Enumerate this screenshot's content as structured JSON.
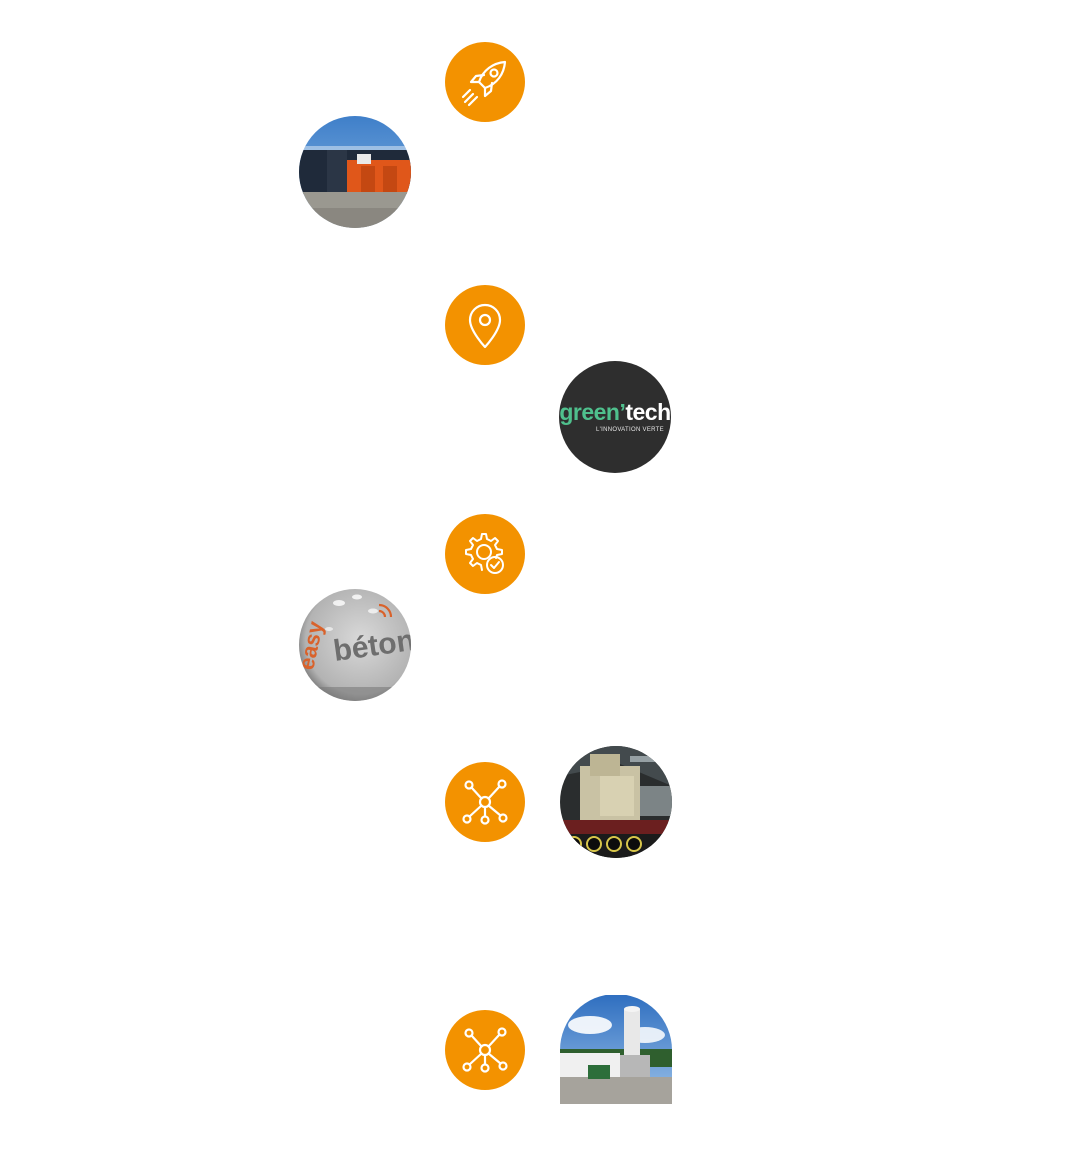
{
  "theme": {
    "accent": "#f39200",
    "icon_stroke": "#ffffff",
    "greentech_bg": "#2e2e2e",
    "greentech_green": "#4fc08d"
  },
  "timeline": {
    "items": [
      {
        "icon": "rocket-icon",
        "photo": "orange-building-photo"
      },
      {
        "icon": "map-pin-icon",
        "photo": "greentech-logo"
      },
      {
        "icon": "gear-check-icon",
        "photo": "easy-beton-sign-photo"
      },
      {
        "icon": "network-icon",
        "photo": "mixer-truck-photo"
      },
      {
        "icon": "network-icon",
        "photo": "concrete-plant-photo"
      }
    ]
  },
  "greentech": {
    "name_green": "green",
    "name_tech": "tech",
    "tagline": "L'INNOVATION VERTE"
  },
  "easy_beton": {
    "word1": "easy",
    "word2": "béton"
  }
}
